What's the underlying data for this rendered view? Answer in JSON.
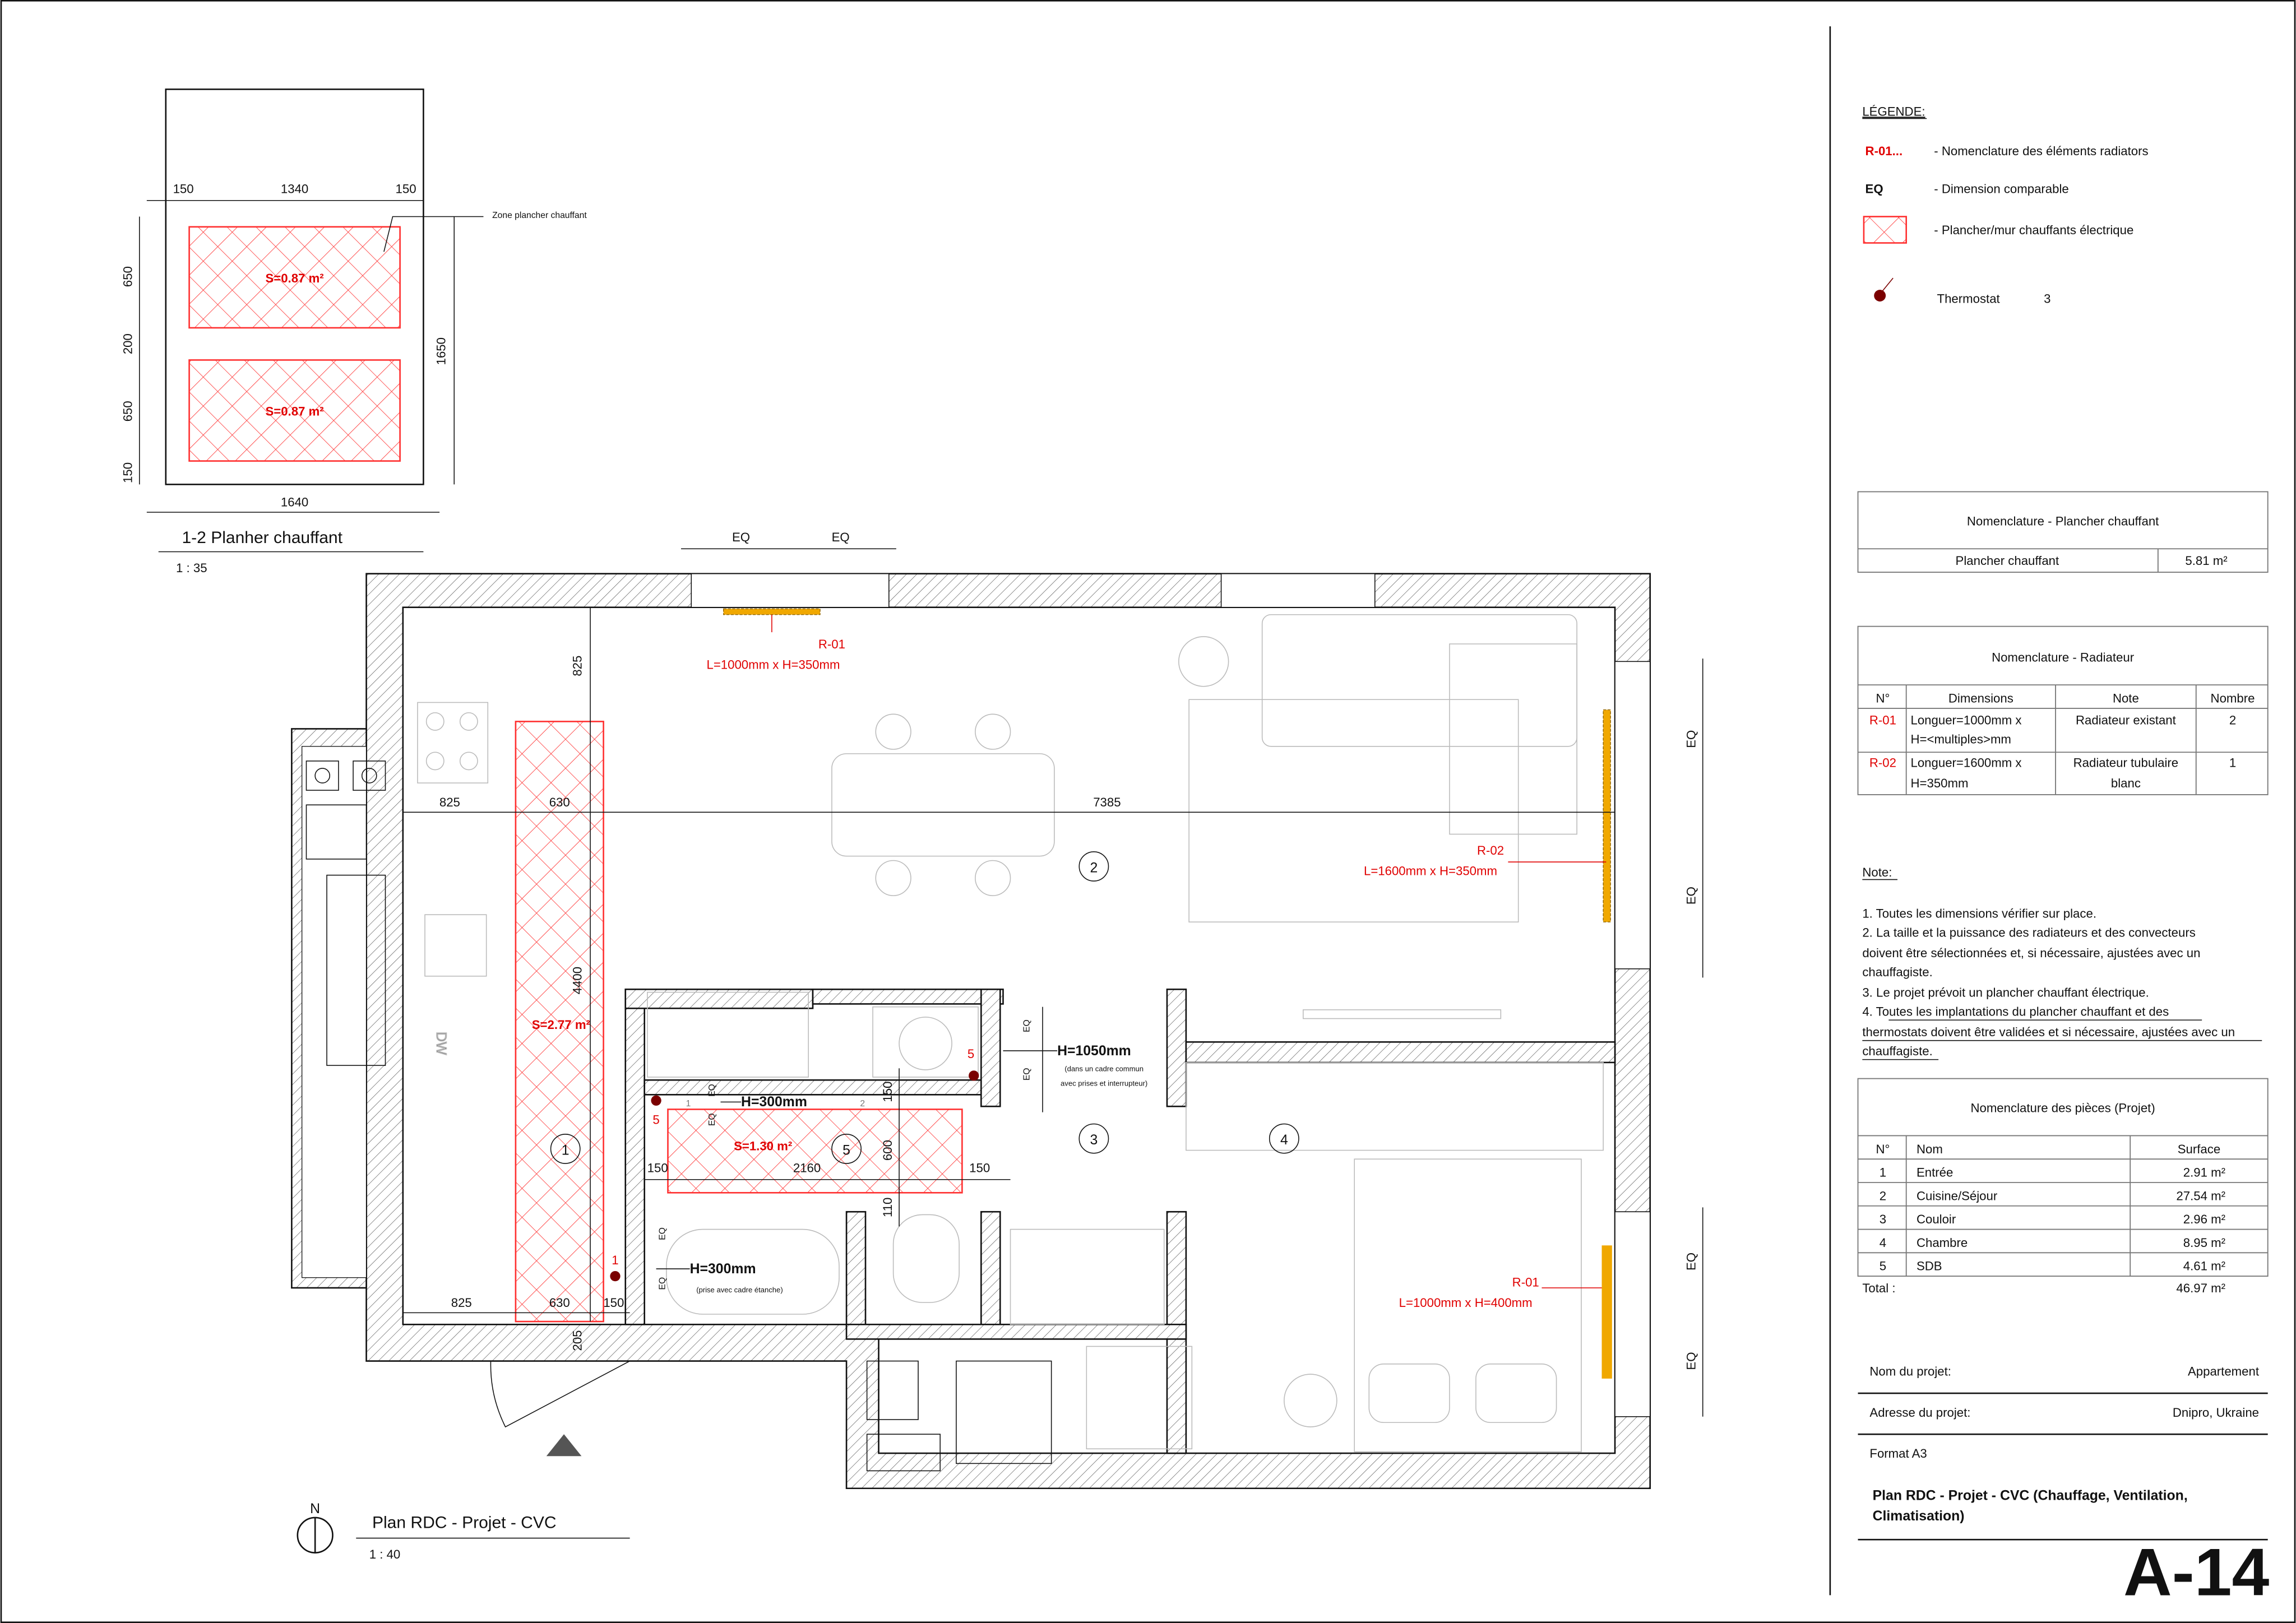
{
  "detail": {
    "zone_label": "Zone plancher chauffant",
    "dims_top": [
      "150",
      "1340",
      "150"
    ],
    "dims_left": [
      "650",
      "200",
      "650",
      "150"
    ],
    "dim_right": "1650",
    "dim_bottom": "1640",
    "area_1": "S=0.87 m²",
    "area_2": "S=0.87 m²",
    "title": "1-2 Planher chauffant",
    "scale": "1 : 35"
  },
  "plan": {
    "title": "Plan RDC - Projet - CVC",
    "scale": "1 : 40",
    "north": "N",
    "rooms": [
      "1",
      "2",
      "3",
      "4",
      "5"
    ],
    "eq": "EQ",
    "dims": {
      "d825a": "825",
      "d825b": "825",
      "d630a": "630",
      "d7385": "7385",
      "d4400": "4400",
      "d825c": "825",
      "d630b": "630",
      "d150a": "150",
      "d205": "205",
      "d150b": "150",
      "d2160": "2160",
      "d150c": "150",
      "d600": "600",
      "d150d": "150",
      "d110": "110"
    },
    "heat_zones": {
      "kitchen": "S=2.77 m²",
      "bath": "S=1.30 m²"
    },
    "radiators": [
      {
        "id": "R-01",
        "spec": "L=1000mm x H=350mm"
      },
      {
        "id": "R-02",
        "spec": "L=1600mm x H=350mm"
      },
      {
        "id": "R-01",
        "spec": "L=1000mm x H=400mm"
      }
    ],
    "thermostats": {
      "t1_label": "5",
      "t2_label": "5",
      "t3_label": "1",
      "circuit_1": "1",
      "circuit_2": "2"
    },
    "annotations": {
      "h1050": "H=1050mm",
      "h1050_note1": "(dans un cadre commun",
      "h1050_note2": "avec prises et interrupteur)",
      "h300a": "H=300mm",
      "h300b": "H=300mm",
      "h300b_note": "(prise avec cadre étanche)",
      "dw": "DW"
    }
  },
  "legend": {
    "title": "LÉGENDE:",
    "items": [
      {
        "symbol": "R-01...",
        "text": "- Nomenclature des éléments radiators"
      },
      {
        "symbol": "EQ",
        "text": "- Dimension comparable"
      },
      {
        "symbol": "",
        "text": "- Plancher/mur chauffants électrique"
      },
      {
        "symbol": "",
        "text": "Thermostat",
        "count": "3"
      }
    ]
  },
  "table_plancher": {
    "title": "Nomenclature - Plancher chauffant",
    "row": [
      "Plancher chauffant",
      "5.81 m²"
    ]
  },
  "table_radiateur": {
    "title": "Nomenclature - Radiateur",
    "headers": [
      "N°",
      "Dimensions",
      "Note",
      "Nombre"
    ],
    "rows": [
      {
        "no": "R-01",
        "dim1": "Longuer=1000mm  x",
        "dim2": "H=<multiples>mm",
        "note1": "Radiateur existant",
        "note2": "",
        "count": "2"
      },
      {
        "no": "R-02",
        "dim1": "Longuer=1600mm  x",
        "dim2": "H=350mm",
        "note1": "Radiateur tubulaire",
        "note2": "blanc",
        "count": "1"
      }
    ]
  },
  "notes": {
    "title": "Note:",
    "lines": [
      "1. Toutes les dimensions vérifier sur place.",
      "2. La taille et la puissance des radiateurs et des convecteurs",
      "doivent être sélectionnées et, si nécessaire, ajustées avec un",
      "chauffagiste.",
      "3. Le projet prévoit un plancher chauffant électrique.",
      "4. Toutes les implantations du plancher chauffant et des",
      "thermostats doivent être validées et si nécessaire, ajustées avec un",
      "chauffagiste."
    ]
  },
  "table_pieces": {
    "title": "Nomenclature des pièces (Projet)",
    "headers": [
      "N°",
      "Nom",
      "Surface"
    ],
    "rows": [
      [
        "1",
        "Entrée",
        "2.91 m²"
      ],
      [
        "2",
        "Cuisine/Séjour",
        "27.54 m²"
      ],
      [
        "3",
        "Couloir",
        "2.96 m²"
      ],
      [
        "4",
        "Chambre",
        "8.95 m²"
      ],
      [
        "5",
        "SDB",
        "4.61 m²"
      ]
    ],
    "total_label": "Total :",
    "total_value": "46.97 m²"
  },
  "title_block": {
    "project_name_label": "Nom du projet:",
    "project_name": "Appartement",
    "address_label": "Adresse du projet:",
    "address": "Dnipro, Ukraine",
    "format": "Format A3",
    "sheet_title_1": "Plan RDC - Projet - CVC (Chauffage, Ventilation,",
    "sheet_title_2": "Climatisation)",
    "sheet_number": "A-14"
  },
  "colors": {
    "accent_red": "#e00000",
    "thermostat": "#7a0000",
    "radiator": "#f0a800"
  }
}
